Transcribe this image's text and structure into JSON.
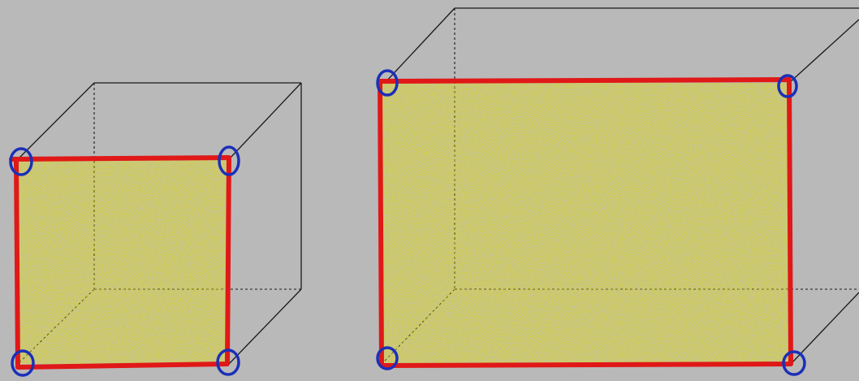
{
  "diagram": {
    "background": "#b9b9b9",
    "colors": {
      "edge": "#1a1a1a",
      "front_face_border": "#e01818",
      "front_face_fill": "#e8e000",
      "vertex_marker": "#1b2fb8"
    },
    "shapes": [
      {
        "kind": "cube",
        "front_face": "square"
      },
      {
        "kind": "rectangular-prism",
        "front_face": "rectangle"
      }
    ]
  }
}
